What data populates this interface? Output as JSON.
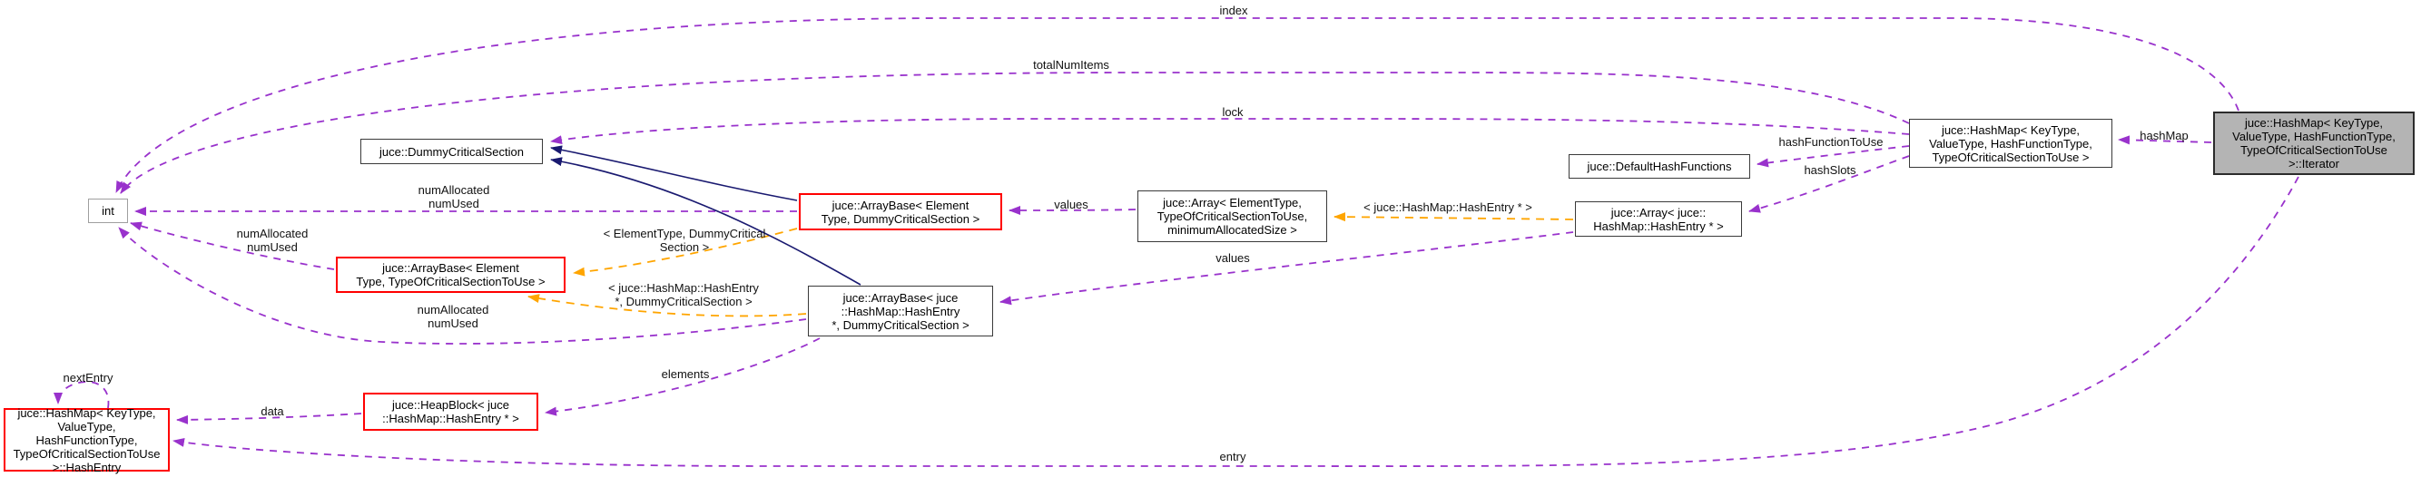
{
  "nodes": {
    "int": {
      "label": "int"
    },
    "dummy_critical_section": {
      "label": "juce::DummyCriticalSection"
    },
    "arraybase_element_dcs": {
      "label": "juce::ArrayBase< Element\nType, DummyCriticalSection >"
    },
    "arraybase_element_tocs": {
      "label": "juce::ArrayBase< Element\nType, TypeOfCriticalSectionToUse >"
    },
    "arraybase_hashentry_dcs": {
      "label": "juce::ArrayBase< juce\n::HashMap::HashEntry\n*, DummyCriticalSection >"
    },
    "array_elementtype": {
      "label": "juce::Array< ElementType,\nTypeOfCriticalSectionToUse,\nminimumAllocatedSize >"
    },
    "default_hash_functions": {
      "label": "juce::DefaultHashFunctions"
    },
    "array_hashentry": {
      "label": "juce::Array< juce::\nHashMap::HashEntry * >"
    },
    "hashmap": {
      "label": "juce::HashMap< KeyType,\nValueType, HashFunctionType,\nTypeOfCriticalSectionToUse >"
    },
    "iterator": {
      "label": "juce::HashMap< KeyType,\nValueType, HashFunctionType,\nTypeOfCriticalSectionToUse\n>::Iterator"
    },
    "heapblock": {
      "label": "juce::HeapBlock< juce\n::HashMap::HashEntry * >"
    },
    "hashentry": {
      "label": "juce::HashMap< KeyType,\nValueType, HashFunctionType,\nTypeOfCriticalSectionToUse\n>::HashEntry"
    }
  },
  "edge_labels": {
    "index": "index",
    "total_num_items": "totalNumItems",
    "lock": "lock",
    "hash_function_to_use": "hashFunctionToUse",
    "hash_slots": "hashSlots",
    "hash_map": "hashMap",
    "values_top": "values",
    "values_bottom": "values",
    "num_allocated_1": "numAllocated\nnumUsed",
    "num_allocated_2": "numAllocated\nnumUsed",
    "num_allocated_3": "numAllocated\nnumUsed",
    "elements": "elements",
    "data": "data",
    "next_entry": "nextEntry",
    "entry": "entry",
    "tmpl_element_dcs": "< ElementType, DummyCritical\nSection >",
    "tmpl_hashentry_dcs": "< juce::HashMap::HashEntry\n*, DummyCriticalSection >",
    "tmpl_hashentry": "< juce::HashMap::HashEntry * >"
  },
  "colors": {
    "usage_edge": "#9932cc",
    "template_edge": "#ffa500",
    "inheritance_edge": "#191970",
    "highlight_border": "#ff0000",
    "current_node_fill": "#b4b4b4"
  }
}
